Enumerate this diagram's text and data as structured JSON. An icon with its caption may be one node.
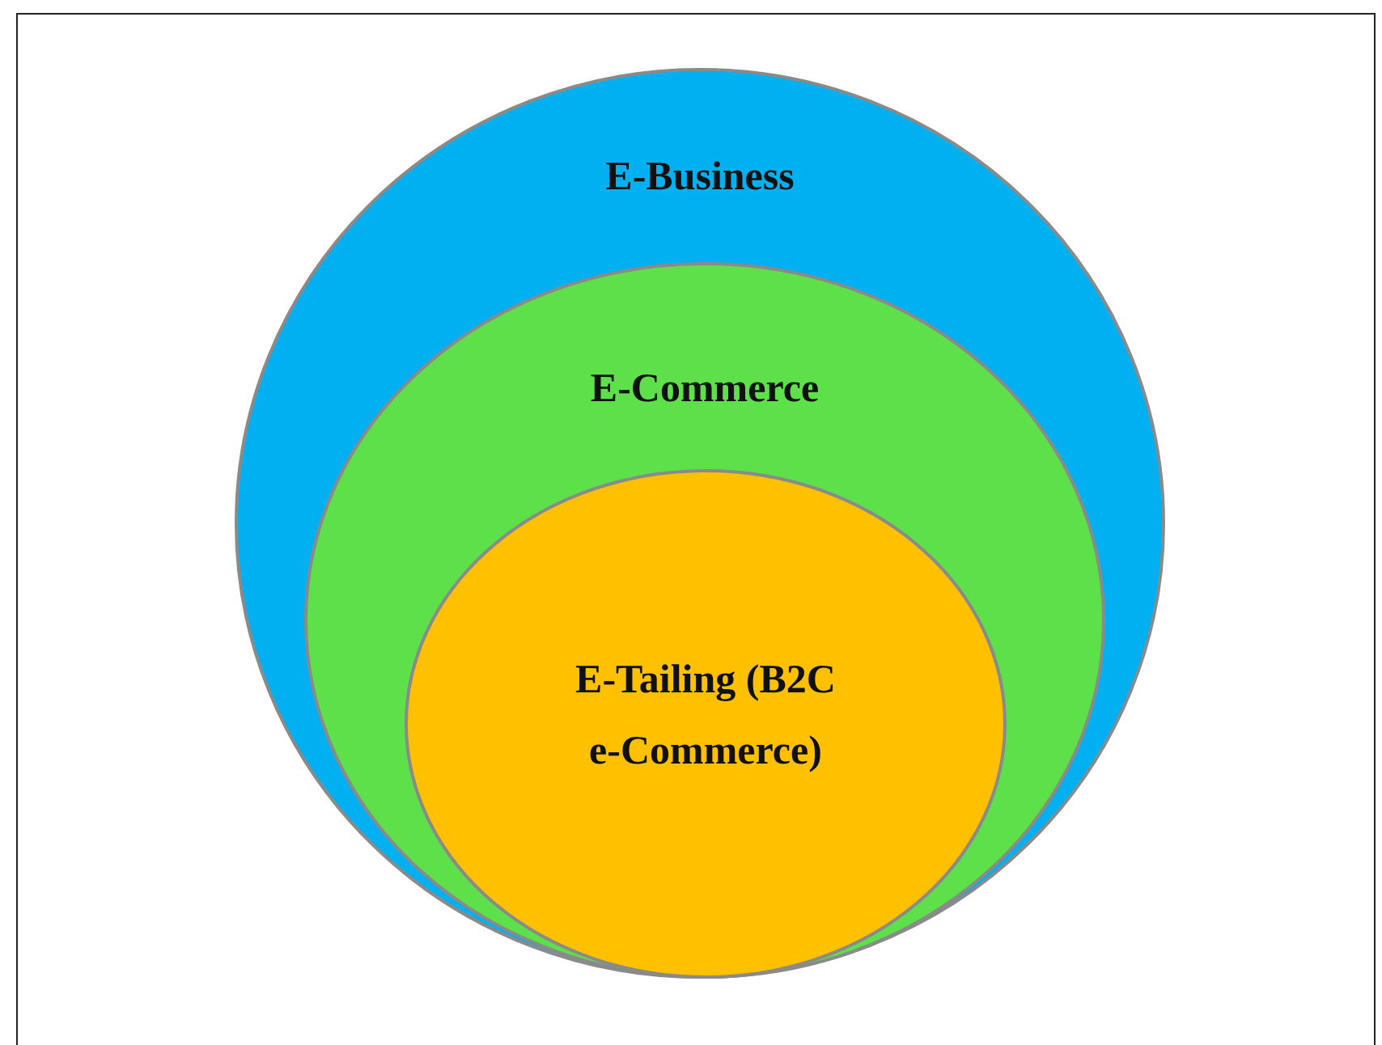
{
  "diagram": {
    "nodes": [
      {
        "text": [
          "E-Business"
        ]
      },
      {
        "text": [
          "E-Commerce"
        ],
        "in": 0
      },
      {
        "text": [
          "E-Tailing (B2C e-Commerce)"
        ],
        "in": 1
      }
    ],
    "edges": []
  }
}
